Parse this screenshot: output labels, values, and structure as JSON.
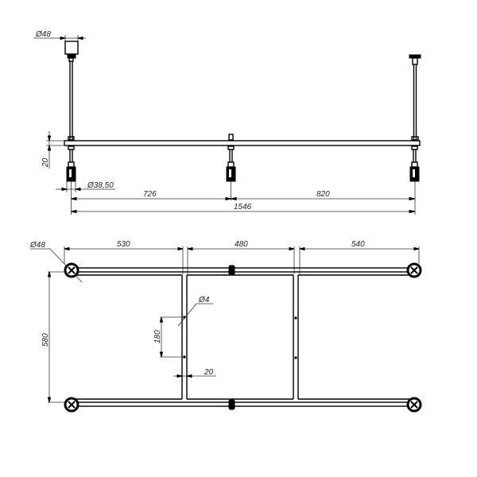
{
  "drawing": {
    "title": "Bathtub frame technical drawing",
    "front_view": {
      "dim_top_diameter": "Ø48",
      "dim_height": "20",
      "dim_foot_diameter": "Ø38,50",
      "dim_left_span": "726",
      "dim_right_span": "820",
      "dim_total_length": "1546"
    },
    "plan_view": {
      "dim_corner_diameter": "Ø48",
      "dim_section_1": "530",
      "dim_section_2": "480",
      "dim_section_3": "540",
      "dim_width": "580",
      "dim_hole_diameter": "Ø4",
      "dim_hole_spacing": "180",
      "dim_tube_width": "20"
    }
  }
}
